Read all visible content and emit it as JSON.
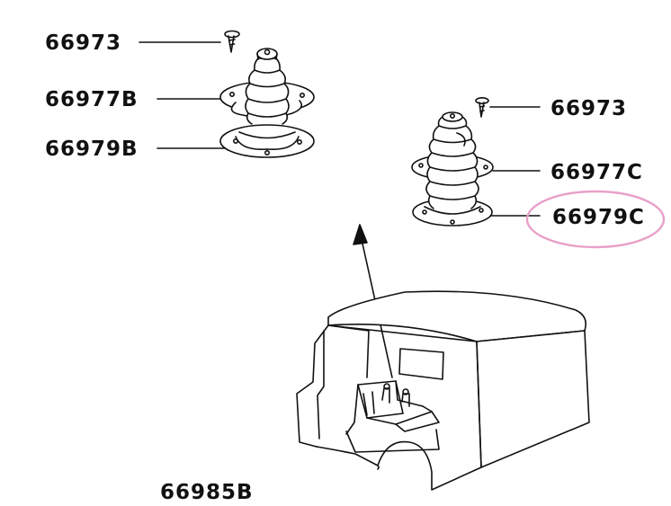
{
  "diagram": {
    "parts": {
      "screw_left": "66973",
      "boot_upper_left": "66977B",
      "boot_lower_left": "66979B",
      "screw_right": "66973",
      "boot_upper_right": "66977C",
      "boot_lower_right": "66979C",
      "cab_assembly": "66985B"
    },
    "highlight": {
      "part": "66979C",
      "color": "#e8a0c8"
    },
    "line_color": "#111111"
  }
}
